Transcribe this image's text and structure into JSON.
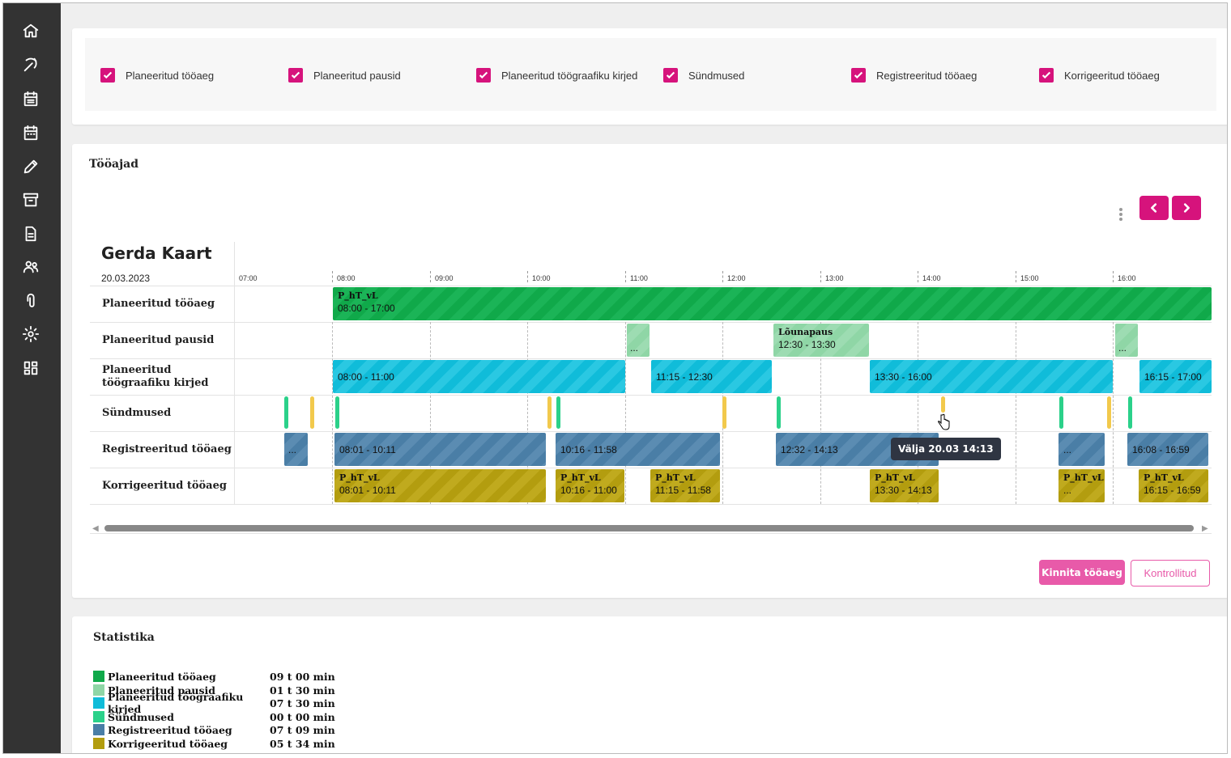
{
  "sidebar": {
    "icons": [
      "home-icon",
      "pickaxe-icon",
      "calendar-list-icon",
      "calendar-icon",
      "pencil-icon",
      "archive-icon",
      "document-icon",
      "users-icon",
      "paperclip-icon",
      "gear-icon",
      "dashboard-icon"
    ]
  },
  "filters": [
    {
      "label": "Planeeritud tööaeg",
      "checked": true
    },
    {
      "label": "Planeeritud pausid",
      "checked": true
    },
    {
      "label": "Planeeritud töögraafiku kirjed",
      "checked": true
    },
    {
      "label": "Sündmused",
      "checked": true
    },
    {
      "label": "Registreeritud tööaeg",
      "checked": true
    },
    {
      "label": "Korrigeeritud tööaeg",
      "checked": true
    }
  ],
  "worktimes": {
    "title": "Tööajad",
    "person": "Gerda Kaart",
    "date": "20.03.2023",
    "ticks": [
      "07:00",
      "08:00",
      "09:00",
      "10:00",
      "11:00",
      "12:00",
      "13:00",
      "14:00",
      "15:00",
      "16:00"
    ],
    "rows": [
      "Planeeritud tööaeg",
      "Planeeritud pausid",
      "Planeeritud töögraafiku kirjed",
      "Sündmused",
      "Registreeritud tööaeg",
      "Korrigeeritud tööaeg"
    ],
    "bars": {
      "planned": [
        {
          "title": "P_hT_vL",
          "time": "08:00 - 17:00"
        }
      ],
      "breaks": [
        {
          "title": "",
          "time": "..."
        },
        {
          "title": "Lõunapaus",
          "time": "12:30 - 13:30"
        },
        {
          "title": "",
          "time": "..."
        }
      ],
      "schedule": [
        {
          "time": "08:00 - 11:00"
        },
        {
          "time": "11:15 - 12:30"
        },
        {
          "time": "13:30 - 16:00"
        },
        {
          "time": "16:15 - 17:00"
        }
      ],
      "registered": [
        {
          "time": "..."
        },
        {
          "time": "08:01 - 10:11"
        },
        {
          "time": "10:16 - 11:58"
        },
        {
          "time": "12:32 - 14:13"
        },
        {
          "time": "..."
        },
        {
          "time": "16:08 - 16:59"
        }
      ],
      "corrected": [
        {
          "title": "P_hT_vL",
          "time": "08:01 - 10:11"
        },
        {
          "title": "P_hT_vL",
          "time": "10:16 - 11:00"
        },
        {
          "title": "P_hT_vL",
          "time": "11:15 - 11:58"
        },
        {
          "title": "P_hT_vL",
          "time": "13:30 - 14:13"
        },
        {
          "title": "P_hT_vL",
          "time": "..."
        },
        {
          "title": "P_hT_vL",
          "time": "16:15 - 16:59"
        }
      ]
    },
    "tooltip": "Välja 20.03 14:13",
    "confirm_button": "Kinnita tööaeg",
    "checked_button": "Kontrollitud"
  },
  "statistics": {
    "title": "Statistika",
    "rows": [
      {
        "label": "Planeeritud tööaeg",
        "value": "09 t 00 min",
        "color": "#10a94a"
      },
      {
        "label": "Planeeritud pausid",
        "value": "01 t 30 min",
        "color": "#8fd6a6"
      },
      {
        "label": "Planeeritud töögraafiku kirjed",
        "value": "07 t 30 min",
        "color": "#10bcd9"
      },
      {
        "label": "Sündmused",
        "value": "00 t 00 min",
        "color": "#2bd18a"
      },
      {
        "label": "Registreeritud tööaeg",
        "value": "07 t 09 min",
        "color": "#4a7ea6"
      },
      {
        "label": "Korrigeeritud tööaeg",
        "value": "05 t 34 min",
        "color": "#b39d0f"
      }
    ]
  }
}
